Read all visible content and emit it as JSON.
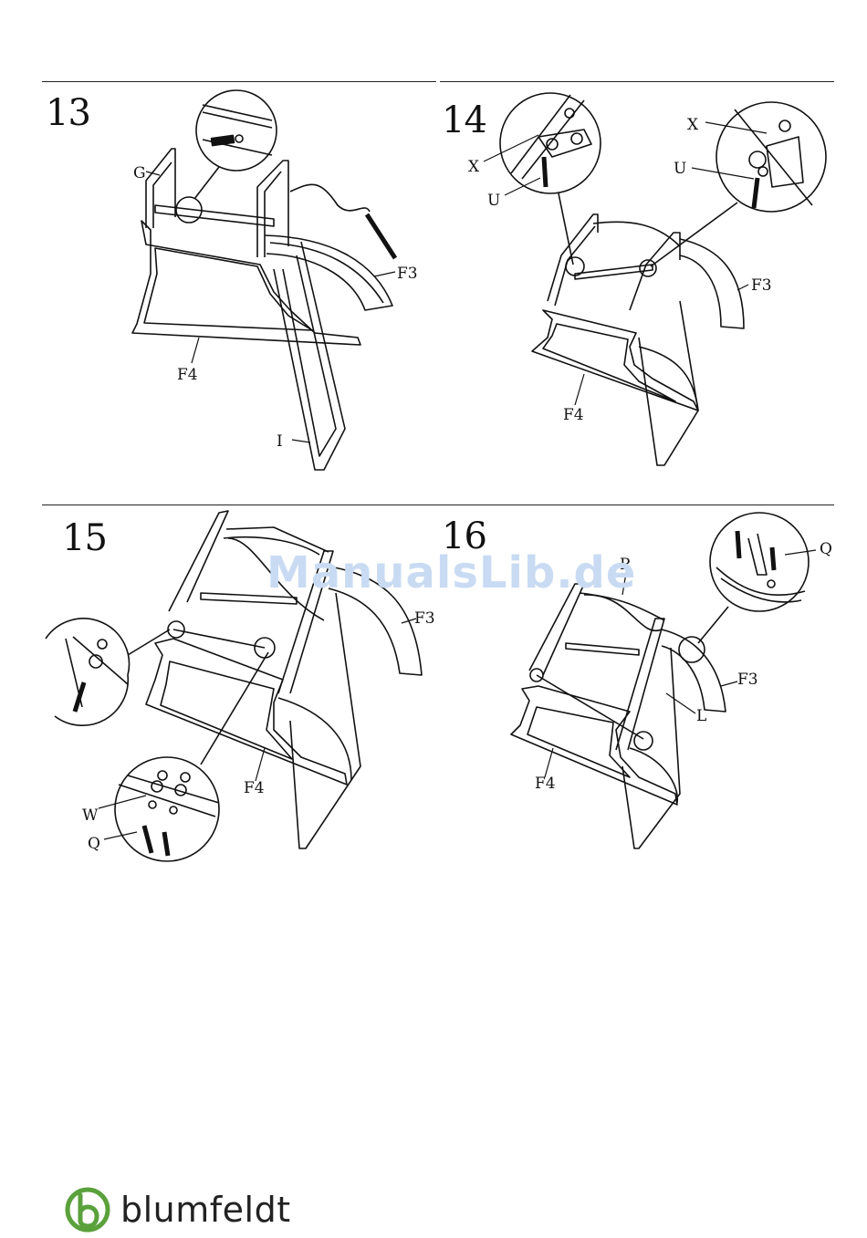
{
  "watermark": "ManualsLib.de",
  "brand": {
    "name": "blumfeldt",
    "logo_color": "#5aa13c"
  },
  "steps": [
    {
      "number": "13",
      "labels": {
        "g": "G",
        "f3": "F3",
        "f4": "F4",
        "i": "I"
      }
    },
    {
      "number": "14",
      "labels": {
        "x1": "X",
        "u1": "U",
        "x2": "X",
        "u2": "U",
        "f3": "F3",
        "f4": "F4"
      }
    },
    {
      "number": "15",
      "labels": {
        "f3": "F3",
        "f4": "F4",
        "w": "W",
        "q": "Q"
      }
    },
    {
      "number": "16",
      "labels": {
        "p": "P",
        "q": "Q",
        "f3": "F3",
        "f4": "F4",
        "l": "L"
      }
    }
  ]
}
